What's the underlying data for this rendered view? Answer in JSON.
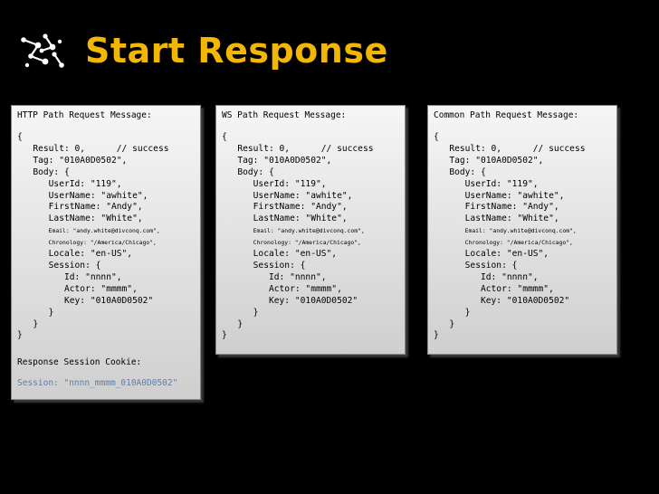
{
  "slide": {
    "title": "Start Response",
    "logo_icon": "gears-icon",
    "accent_color": "#f2b705"
  },
  "panels": [
    {
      "header": "HTTP Path Request Message:",
      "open": "{",
      "l1": "   Result: 0,      // success",
      "l2": "   Tag: \"010A0D0502\",",
      "l3": "   Body: {",
      "l4": "      UserId: \"119\",",
      "l5": "      UserName: \"awhite\",",
      "l6": "      FirstName: \"Andy\",",
      "l7": "      LastName: \"White\",",
      "l8": "         Email: \"andy.white@divconq.com\",",
      "l9": "         Chronology: \"/America/Chicago\",",
      "l10": "      Locale: \"en-US\",",
      "l11": "      Session: {",
      "l12": "         Id: \"nnnn\",",
      "l13": "         Actor: \"mmmm\",",
      "l14": "         Key: \"010A0D0502\"",
      "l15": "      }",
      "l16": "   }",
      "close": "}",
      "cookie_label": "Response Session Cookie:",
      "cookie_value": "Session: \"nnnn_mmmm_010A0D0502\""
    },
    {
      "header": "WS Path Request Message:",
      "open": "{",
      "l1": "   Result: 0,      // success",
      "l2": "   Tag: \"010A0D0502\",",
      "l3": "   Body: {",
      "l4": "      UserId: \"119\",",
      "l5": "      UserName: \"awhite\",",
      "l6": "      FirstName: \"Andy\",",
      "l7": "      LastName: \"White\",",
      "l8": "         Email: \"andy.white@divconq.com\",",
      "l9": "         Chronology: \"/America/Chicago\",",
      "l10": "      Locale: \"en-US\",",
      "l11": "      Session: {",
      "l12": "         Id: \"nnnn\",",
      "l13": "         Actor: \"mmmm\",",
      "l14": "         Key: \"010A0D0502\"",
      "l15": "      }",
      "l16": "   }",
      "close": "}"
    },
    {
      "header": "Common Path Request Message:",
      "open": "{",
      "l1": "   Result: 0,      // success",
      "l2": "   Tag: \"010A0D0502\",",
      "l3": "   Body: {",
      "l4": "      UserId: \"119\",",
      "l5": "      UserName: \"awhite\",",
      "l6": "      FirstName: \"Andy\",",
      "l7": "      LastName: \"White\",",
      "l8": "         Email: \"andy.white@divconq.com\",",
      "l9": "         Chronology: \"/America/Chicago\",",
      "l10": "      Locale: \"en-US\",",
      "l11": "      Session: {",
      "l12": "         Id: \"nnnn\",",
      "l13": "         Actor: \"mmmm\",",
      "l14": "         Key: \"010A0D0502\"",
      "l15": "      }",
      "l16": "   }",
      "close": "}"
    }
  ]
}
